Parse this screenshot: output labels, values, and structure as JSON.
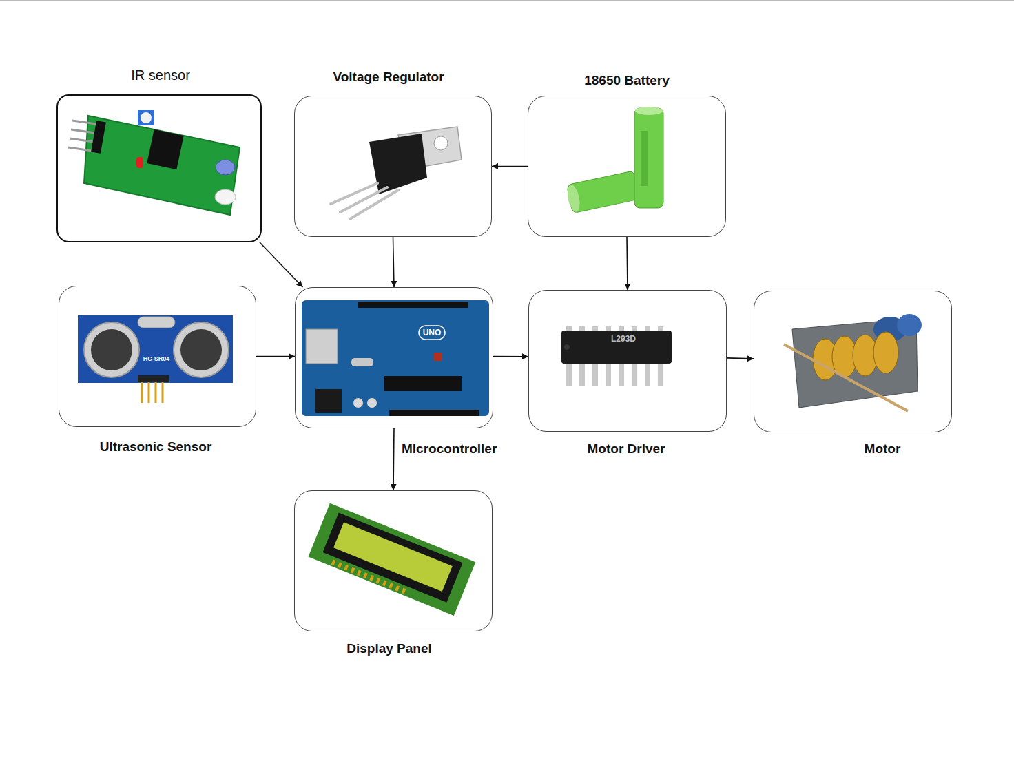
{
  "diagram": {
    "nodes": [
      {
        "text": [
          "IR sensor"
        ]
      },
      {
        "text": [
          "Voltage Regulator"
        ]
      },
      {
        "text": [
          "18650 Battery"
        ]
      },
      {
        "text": [
          "Ultrasonic Sensor"
        ]
      },
      {
        "text": [
          "Microcontroller"
        ]
      },
      {
        "text": [
          "Motor Driver"
        ]
      },
      {
        "text": [
          "Motor"
        ]
      },
      {
        "text": [
          "Display Panel"
        ]
      }
    ],
    "edges": [
      {
        "from": 0,
        "to": 4,
        "arrow": "to"
      },
      {
        "from": 2,
        "to": 1,
        "arrow": "to"
      },
      {
        "from": 1,
        "to": 4,
        "arrow": "to"
      },
      {
        "from": 2,
        "to": 5,
        "arrow": "to"
      },
      {
        "from": 3,
        "to": 4,
        "arrow": "to"
      },
      {
        "from": 4,
        "to": 5,
        "arrow": "to"
      },
      {
        "from": 5,
        "to": 6,
        "arrow": "to"
      },
      {
        "from": 4,
        "to": 7,
        "arrow": "to"
      }
    ],
    "labels": [
      "HC-SR04",
      "UNO",
      "L293D"
    ]
  }
}
